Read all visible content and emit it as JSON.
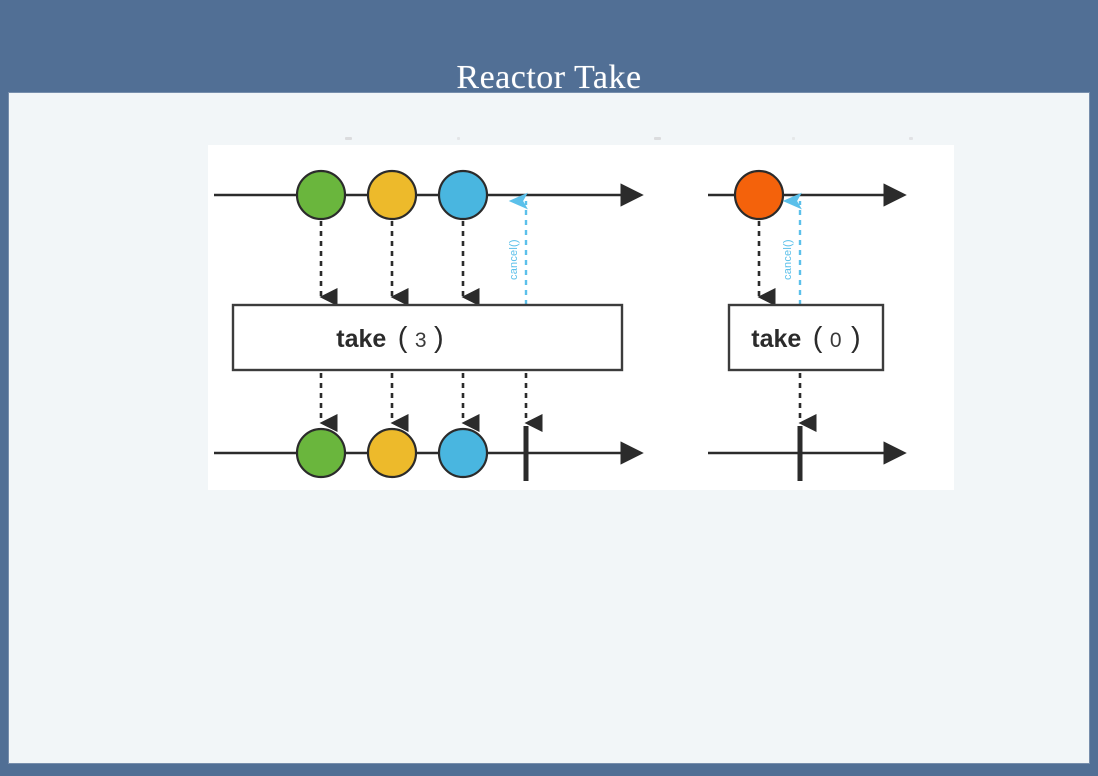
{
  "slide": {
    "title": "Reactor Take",
    "title_color": "#ffffff",
    "background_color": "#516f95",
    "panel_color": "#f2f6f8"
  },
  "diagram": {
    "kind": "reactive-marble-diagram",
    "background_color": "#ffffff",
    "stroke_color": "#2b2b2b",
    "cancel_color": "#5bc0ea",
    "examples": [
      {
        "id": "take-3",
        "operator_label_word": "take",
        "operator_label_open": "(",
        "operator_label_arg": "3",
        "operator_label_close": ")",
        "source_marbles": [
          {
            "name": "green-marble",
            "color": "#6ab63d",
            "emitted": true
          },
          {
            "name": "yellow-marble",
            "color": "#edba2b",
            "emitted": true
          },
          {
            "name": "blue-marble",
            "color": "#49b6e0",
            "emitted": true
          }
        ],
        "result_marbles": [
          {
            "name": "green-marble",
            "color": "#6ab63d"
          },
          {
            "name": "yellow-marble",
            "color": "#edba2b"
          },
          {
            "name": "blue-marble",
            "color": "#49b6e0"
          }
        ],
        "cancel_label": "cancel()",
        "has_completion_bar": true
      },
      {
        "id": "take-0",
        "operator_label_word": "take",
        "operator_label_open": "(",
        "operator_label_arg": "0",
        "operator_label_close": ")",
        "source_marbles": [
          {
            "name": "orange-marble",
            "color": "#f4620b",
            "emitted": true
          }
        ],
        "result_marbles": [],
        "cancel_label": "cancel()",
        "has_completion_bar": true
      }
    ]
  }
}
